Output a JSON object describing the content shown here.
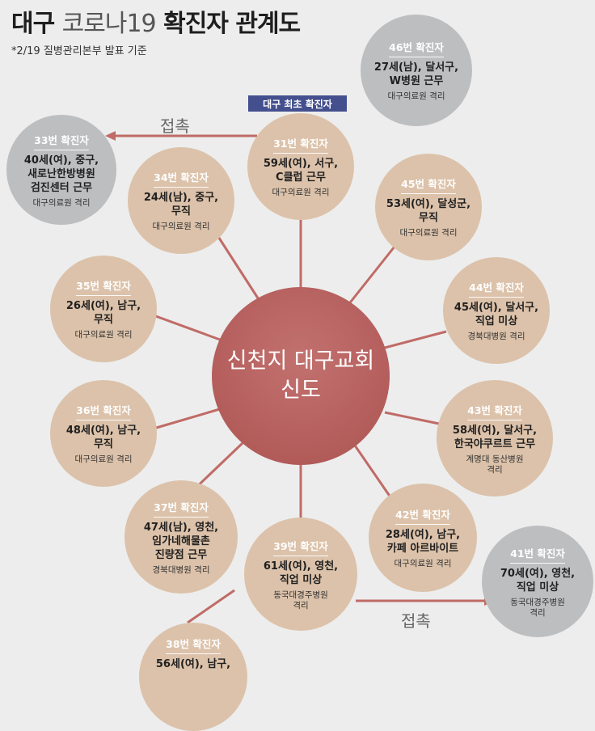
{
  "title": {
    "bold_left": "대구",
    "light": "코로나19",
    "bold_right": "확진자 관계도"
  },
  "subtitle": "*2/19 질병관리본부 발표 기준",
  "center": {
    "label": "신천지 대구교회\n신도"
  },
  "first_case_badge": "대구 최초 확진자",
  "contact_label": "접촉",
  "colors": {
    "case": "#dcc2aa",
    "contact": "#bdbec0",
    "center": "#b35d5b",
    "line": "#c06b66",
    "badge": "#44508e"
  },
  "nodes": {
    "c31": {
      "head": "31번 확진자",
      "desc": "59세(여), 서구,\nC클럽 근무",
      "loc": "대구의료원 격리"
    },
    "c34": {
      "head": "34번 확진자",
      "desc": "24세(남), 중구,\n무직",
      "loc": "대구의료원 격리"
    },
    "c45": {
      "head": "45번 확진자",
      "desc": "53세(여), 달성군,\n무직",
      "loc": "대구의료원 격리"
    },
    "c35": {
      "head": "35번 확진자",
      "desc": "26세(여), 남구,\n무직",
      "loc": "대구의료원 격리"
    },
    "c44": {
      "head": "44번 확진자",
      "desc": "45세(여), 달서구,\n직업 미상",
      "loc": "경북대병원 격리"
    },
    "c36": {
      "head": "36번 확진자",
      "desc": "48세(여), 남구,\n무직",
      "loc": "대구의료원 격리"
    },
    "c43": {
      "head": "43번 확진자",
      "desc": "58세(여), 달서구,\n한국야쿠르트 근무",
      "loc": "계명대 동산병원\n격리"
    },
    "c37": {
      "head": "37번 확진자",
      "desc": "47세(남), 영천,\n임가네해물촌\n진량점 근무",
      "loc": "경북대병원 격리"
    },
    "c42": {
      "head": "42번 확진자",
      "desc": "28세(여), 남구,\n카페 아르바이트",
      "loc": "대구의료원 격리"
    },
    "c39": {
      "head": "39번 확진자",
      "desc": "61세(여), 영천,\n직업 미상",
      "loc": "동국대경주병원\n격리"
    },
    "c38": {
      "head": "38번 확진자",
      "desc": "56세(여), 남구,",
      "loc": ""
    },
    "c33": {
      "head": "33번 확진자",
      "desc": "40세(여), 중구,\n새로난한방병원\n검진센터 근무",
      "loc": "대구의료원 격리"
    },
    "c46": {
      "head": "46번 확진자",
      "desc": "27세(남), 달서구,\nW병원 근무",
      "loc": "대구의료원 격리"
    },
    "c41": {
      "head": "41번 확진자",
      "desc": "70세(여), 영천,\n직업 미상",
      "loc": "동국대경주병원\n격리"
    }
  }
}
